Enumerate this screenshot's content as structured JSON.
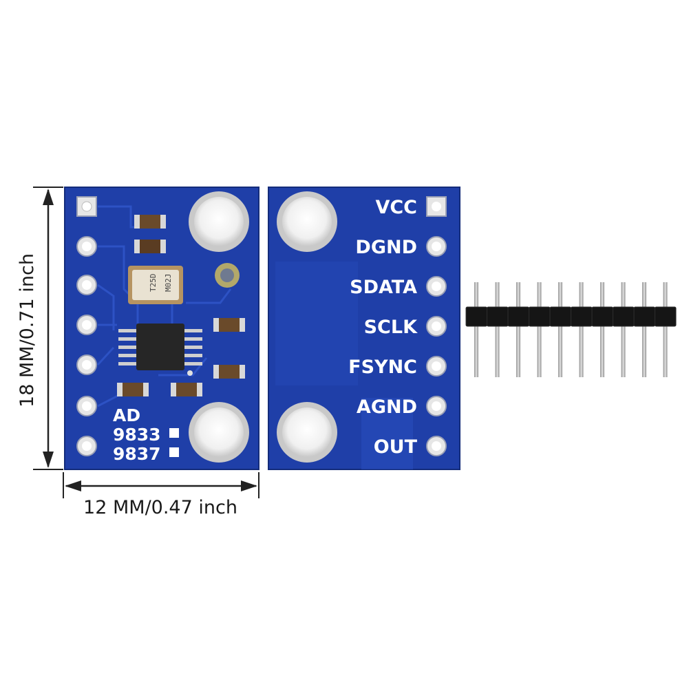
{
  "dimensions": {
    "height_label": "18 MM/0.71 inch",
    "width_label": "12 MM/0.47 inch"
  },
  "board_front": {
    "chip_text": [
      "AD",
      "9833",
      "9837"
    ],
    "crystal_text": [
      "T25D",
      "M02J"
    ]
  },
  "board_back": {
    "pins": [
      "VCC",
      "DGND",
      "SDATA",
      "SCLK",
      "FSYNC",
      "AGND",
      "OUT"
    ]
  },
  "header": {
    "pin_count": 10
  },
  "colors": {
    "pcb": "#1f3fa8",
    "pcb_dark": "#163287",
    "pad": "#e6e6e6",
    "header_plastic": "#151515",
    "pin_metal": "#b9b9b9"
  }
}
